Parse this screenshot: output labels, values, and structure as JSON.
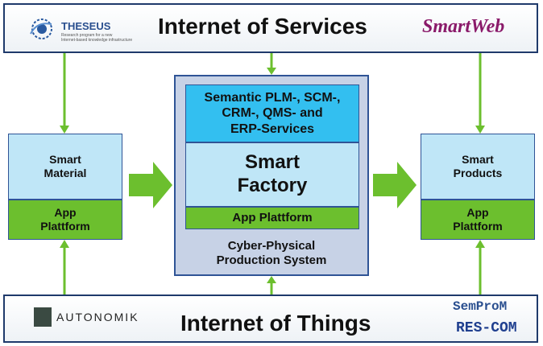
{
  "top_band": {
    "title": "Internet of Services",
    "logo_left_name": "THESEUS",
    "logo_left_tagline_1": "Research program for a new",
    "logo_left_tagline_2": "Internet-based knowledge infrastructure",
    "logo_right_name": "SmartWeb"
  },
  "bottom_band": {
    "title": "Internet of Things",
    "logo_left_name": "AUTONOMIK",
    "logo_right_top": "SemProM",
    "logo_right_bottom": "RES-COM"
  },
  "center": {
    "services_lines": [
      "Semantic PLM-, SCM-,",
      "CRM-, QMS- and",
      "ERP-Services"
    ],
    "factory_lines": [
      "Smart",
      "Factory"
    ],
    "platform": "App Plattform",
    "system_lines": [
      "Cyber-Physical",
      "Production System"
    ]
  },
  "left": {
    "title_lines": [
      "Smart",
      "Material"
    ],
    "platform_lines": [
      "App",
      "Plattform"
    ]
  },
  "right": {
    "title_lines": [
      "Smart",
      "Products"
    ],
    "platform_lines": [
      "App",
      "Plattform"
    ]
  },
  "colors": {
    "border": "#2f5496",
    "light_blue": "#bfe6f7",
    "cyan": "#33bff0",
    "green": "#6cbf2e",
    "arrow_green": "#6cbf2e"
  }
}
